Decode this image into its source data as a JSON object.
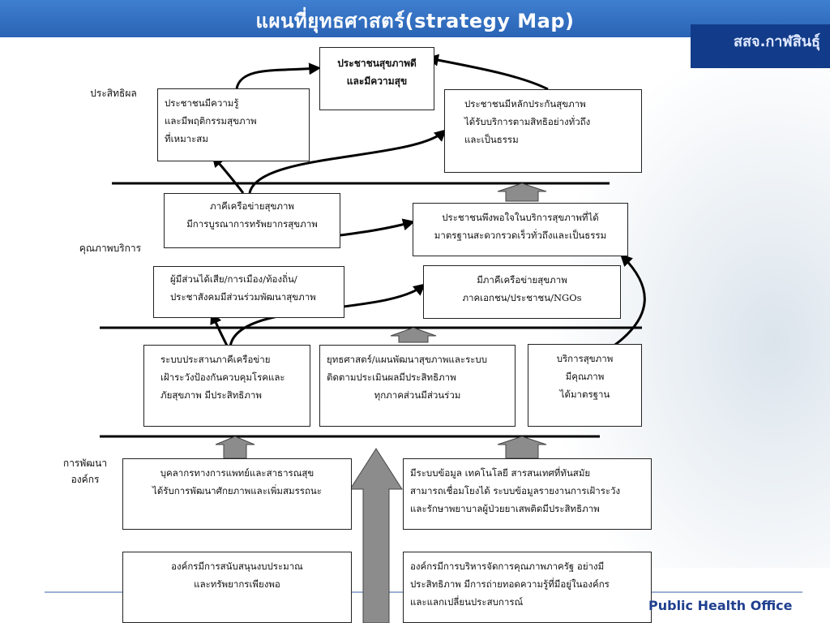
{
  "title": "แผนที่ยุทธศาสตร์(strategy Map)",
  "logo_text": "สสจ.กาฬสินธุ์",
  "footer": "Public Health Office",
  "levels": {
    "effectiveness": "ประสิทธิผล",
    "service_quality": "คุณภาพบริการ",
    "org_lines": [
      "การพัฒนา",
      "องค์กร"
    ]
  },
  "boxes": {
    "goal": [
      "ประชาชนสุขภาพดี",
      "และมีความสุข"
    ],
    "behavior": [
      "ประชาชนมีความรู้",
      "และมีพฤติกรรมสุขภาพ",
      "ที่เหมาะสม"
    ],
    "insurance": [
      "ประชาชนมีหลักประกันสุขภาพ",
      "ได้รับบริการตามสิทธิอย่างทั่วถึง",
      "และเป็นธรรม"
    ],
    "network": [
      "ภาคีเครือข่ายสุขภาพ",
      "มีการบูรณาการทรัพยากรสุขภาพ"
    ],
    "satisfaction": [
      "ประชาชนพึงพอใจในบริการสุขภาพที่ได้",
      "มาตรฐานสะดวกรวดเร็วทั่วถึงและเป็นธรรม"
    ],
    "stakeholders": [
      "ผู้มีส่วนได้เสีย/การเมือง/ท้องถิ่น/",
      "ประชาสังคมมีส่วนร่วมพัฒนาสุขภาพ"
    ],
    "private": [
      "มีภาคีเครือข่ายสุขภาพ",
      "ภาคเอกชน/ประชาชน/NGOs"
    ],
    "surveillance": [
      "ระบบประสานภาคีเครือข่าย",
      "เฝ้าระวังป้องกันควบคุมโรคและ",
      "ภัยสุขภาพ มีประสิทธิภาพ"
    ],
    "strategy": [
      "ยุทธศาสตร์/แผนพัฒนาสุขภาพและระบบ",
      "ติดตามประเมินผลมีประสิทธิภาพ",
      "ทุกภาคส่วนมีส่วนร่วม"
    ],
    "service": [
      "บริการสุขภาพ",
      "มีคุณภาพ",
      "ได้มาตรฐาน"
    ],
    "personnel": [
      "บุคลากรทางการแพทย์และสาธารณสุข",
      "ได้รับการพัฒนาศักยภาพและเพิ่มสมรรถนะ"
    ],
    "it": [
      "มีระบบข้อมูล เทคโนโลยี สารสนเทศที่ทันสมัย",
      "สามารถเชื่อมโยงได้  ระบบข้อมูลรายงานการเฝ้าระวัง",
      "และรักษาพยาบาลผู้ป่วยยาเสพติดมีประสิทธิภาพ"
    ],
    "budget": [
      "องค์กรมีการสนับสนุนงบประมาณ",
      "และทรัพยากรเพียงพอ"
    ],
    "management": [
      "องค์กรมีการบริหารจัดการคุณภาพภาครัฐ อย่างมี",
      "ประสิทธิภาพ  มีการถ่ายทอดความรู้ที่มีอยู่ในองค์กร",
      "และแลกเปลี่ยนประสบการณ์"
    ]
  },
  "colors": {
    "title_bar": "#2f6fc2",
    "logo_box": "#123c8a",
    "block_arrow": "#8c8c8c",
    "footer": "#1f3f8f"
  }
}
